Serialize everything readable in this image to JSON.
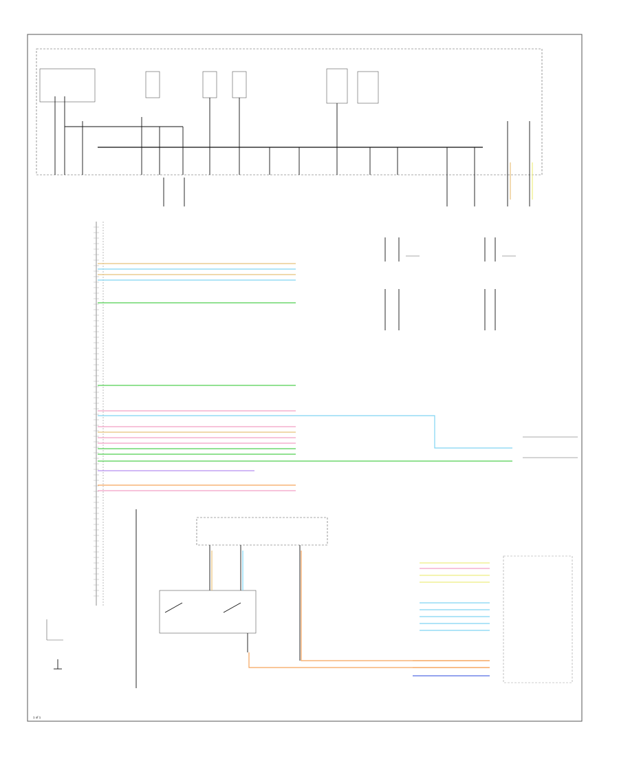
{
  "diagram": {
    "footer_label": "1 of 1",
    "colors": {
      "tan": "#e8c27a",
      "light_blue": "#7fd4f2",
      "green": "#4fcf4f",
      "pink": "#f29fc4",
      "orange": "#f5a35a",
      "violet": "#b48ef0",
      "yellow": "#eded80",
      "blue": "#6b7fe8",
      "dark": "#111111"
    },
    "wire_groups": {
      "left_top": [
        "tan",
        "light_blue",
        "tan",
        "light_blue",
        "green"
      ],
      "left_mid": [
        "pink",
        "light_blue",
        "pink",
        "tan",
        "pink",
        "pink",
        "green",
        "green",
        "violet"
      ],
      "left_bottom": [
        "orange",
        "pink"
      ],
      "right": [
        "yellow",
        "pink",
        "yellow",
        "yellow",
        "light_blue",
        "light_blue",
        "light_blue",
        "light_blue",
        "light_blue"
      ],
      "right_bottom": [
        "orange",
        "orange",
        "blue"
      ]
    }
  }
}
